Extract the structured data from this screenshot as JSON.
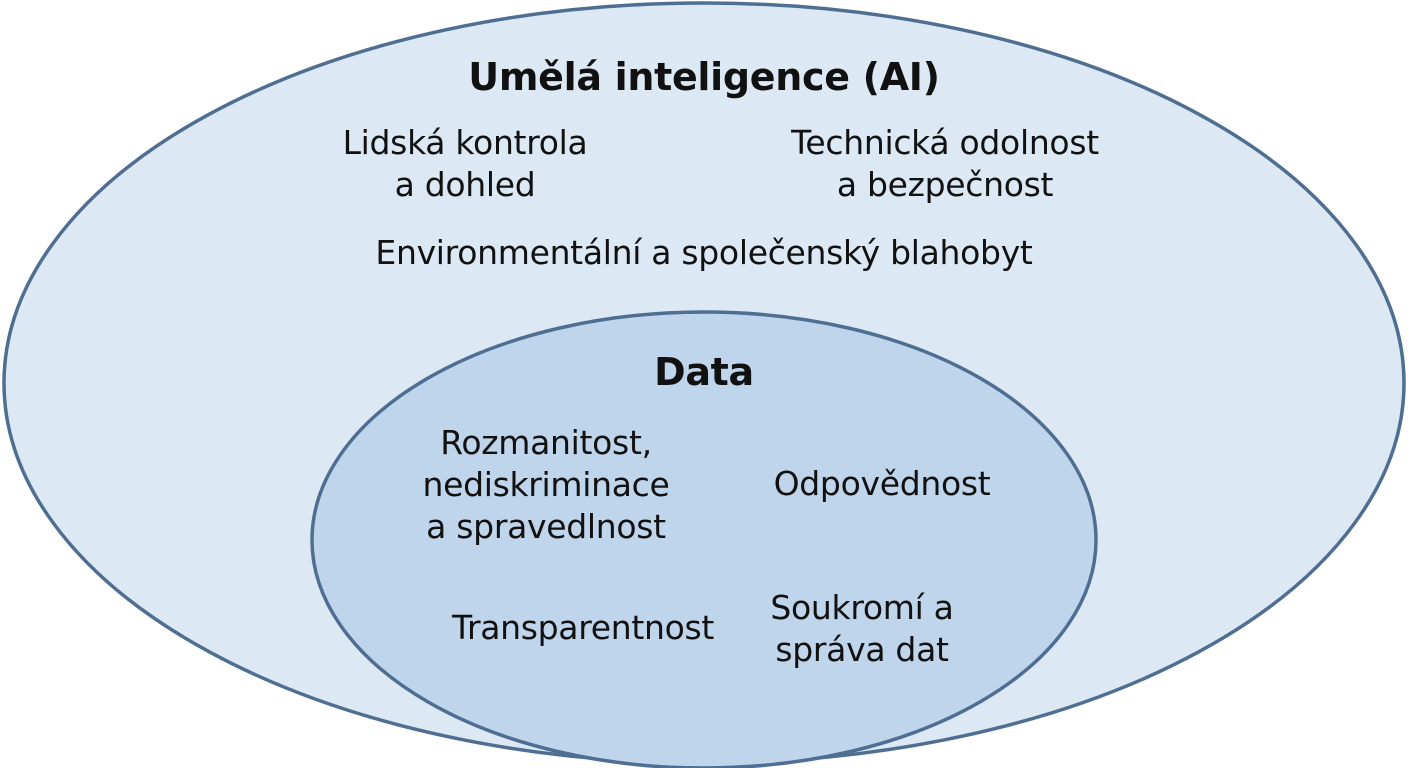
{
  "colors": {
    "outer_fill": "#dce9f4",
    "inner_fill": "#bfd5ec",
    "stroke": "#4f6f92"
  },
  "outer": {
    "title": "Umělá inteligence (AI)",
    "human_oversight": [
      "Lidská kontrola",
      "a dohled"
    ],
    "robustness": [
      "Technická odolnost",
      "a bezpečnost"
    ],
    "wellbeing": "Environmentální a společenský blahobyt"
  },
  "inner": {
    "title": "Data",
    "diversity": [
      "Rozmanitost,",
      "nediskriminace",
      "a spravedlnost"
    ],
    "accountability": "Odpovědnost",
    "transparency": "Transparentnost",
    "privacy": [
      "Soukromí a",
      "správa dat"
    ]
  }
}
